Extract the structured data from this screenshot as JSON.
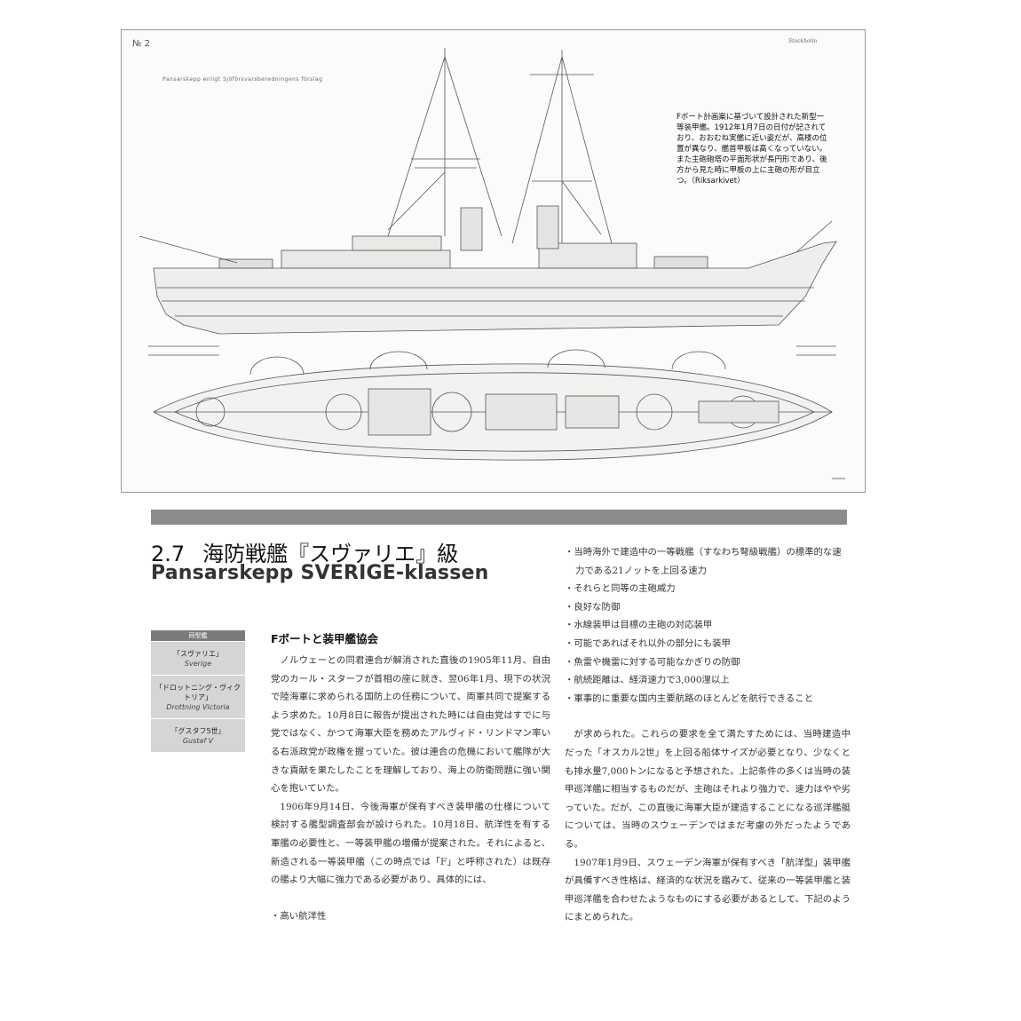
{
  "figure": {
    "plan_number": "№ 2",
    "plan_title": "Pansarskepp enligt Sjöförsvarsberedningens förslag",
    "plan_signature": "Stockholm",
    "caption": "Fボート計画案に基づいて設計された新型一等装甲艦。1912年1月7日の日付が記されており、おおむね実艦に近い姿だが、高楼の位置が異なり、艦首甲板は高くなっていない。また主砲砲塔の平面形状が長円形であり、後方から見た時に甲板の上に主砲の形が目立つ。（Riksarkivet）"
  },
  "section": {
    "number": "2.7",
    "title_ja": "海防戦艦『スヴァリエ』級",
    "title_sv": "Pansarskepp SVERIGE-klassen"
  },
  "sidebox": {
    "header": "同型艦",
    "ships": [
      {
        "ja": "「スヴァリエ」",
        "en": "Sverige"
      },
      {
        "ja": "「ドロットニング・ヴィクトリア」",
        "en": "Drottning Victoria"
      },
      {
        "ja": "「グスタフ5世」",
        "en": "Gustaf V"
      }
    ]
  },
  "col1": {
    "heading": "Fボートと装甲艦協会",
    "paragraphs": [
      "ノルウェーとの同君連合が解消された直後の1905年11月、自由党のカール・スターフが首相の座に就き、翌06年1月、現下の状況で陸海軍に求められる国防上の任務について、両軍共同で提案するよう求めた。10月8日に報告が提出された時には自由党はすでに与党ではなく、かつて海軍大臣を務めたアルヴィド・リンドマン率いる右派政党が政権を握っていた。彼は連合の危機において艦隊が大きな貢献を果たしたことを理解しており、海上の防衛問題に強い関心を抱いていた。",
      "1906年9月14日、今後海軍が保有すべき装甲艦の仕様について検討する艦型調査部会が設けられた。10月18日、航洋性を有する軍艦の必要性と、一等装甲艦の増備が提案された。それによると、新造される一等装甲艦（この時点では「F」と呼称された）は既存の艦より大幅に強力である必要があり、具体的には、"
    ],
    "list": [
      "・高い航洋性"
    ]
  },
  "col2": {
    "list": [
      "・当時海外で建造中の一等戦艦（すなわち弩級戦艦）の標準的な速力である21ノットを上回る速力",
      "・それらと同等の主砲威力",
      "・良好な防御",
      "・水線装甲は目標の主砲の対応装甲",
      "・可能であればそれ以外の部分にも装甲",
      "・魚雷や機雷に対する可能なかぎりの防御",
      "・航続距離は、経済速力で3,000浬以上",
      "・軍事的に重要な国内主要航路のほとんどを航行できること"
    ],
    "paragraphs": [
      "が求められた。これらの要求を全て満たすためには、当時建造中だった「オスカル2世」を上回る船体サイズが必要となり、少なくとも排水量7,000トンになると予想された。上記条件の多くは当時の装甲巡洋艦に相当するものだが、主砲はそれより強力で、速力はやや劣っていた。だが、この直後に海軍大臣が建造することになる巡洋艦艇については、当時のスウェーデンではまだ考慮の外だったようである。",
      "1907年1月9日、スウェーデン海軍が保有すべき「航洋型」装甲艦が具備すべき性格は、経済的な状況を鑑みて、従来の一等装甲艦と装甲巡洋艦を合わせたようなものにする必要があるとして、下記のようにまとめられた。"
    ]
  }
}
